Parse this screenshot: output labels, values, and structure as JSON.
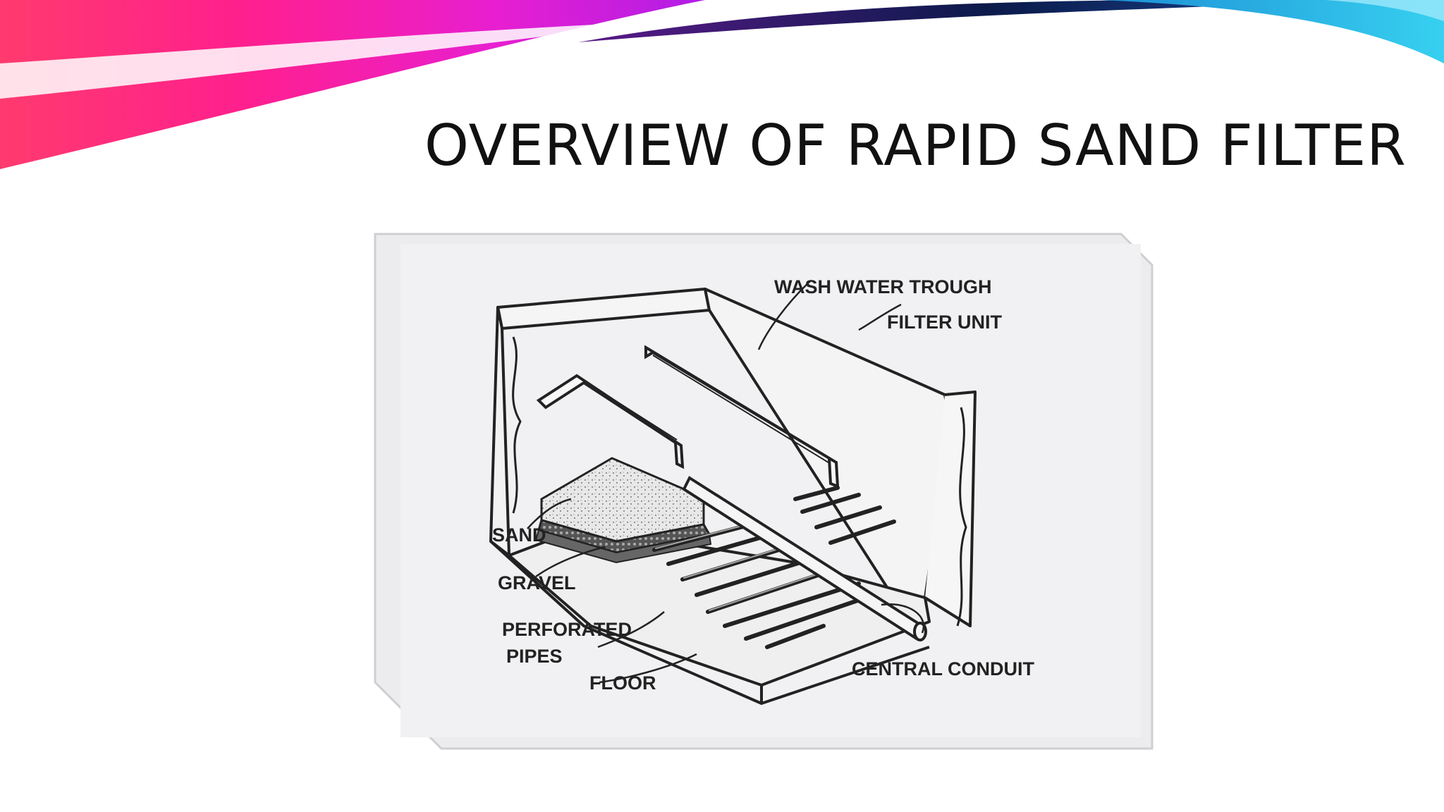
{
  "slide": {
    "title": "OVERVIEW OF RAPID SAND FILTER"
  },
  "diagram": {
    "labels": {
      "wash_water_trough": "WASH WATER TROUGH",
      "filter_unit": "FILTER UNIT",
      "sand": "SAND",
      "gravel": "GRAVEL",
      "perforated_pipes_line1": "PERFORATED",
      "perforated_pipes_line2": "PIPES",
      "floor": "FLOOR",
      "central_conduit": "CENTRAL CONDUIT"
    }
  },
  "colors": {
    "banner_pink": "#ff1f8e",
    "banner_magenta": "#e81fd0",
    "banner_dark": "#0b1a4a",
    "banner_cyan": "#2ab7e8"
  }
}
